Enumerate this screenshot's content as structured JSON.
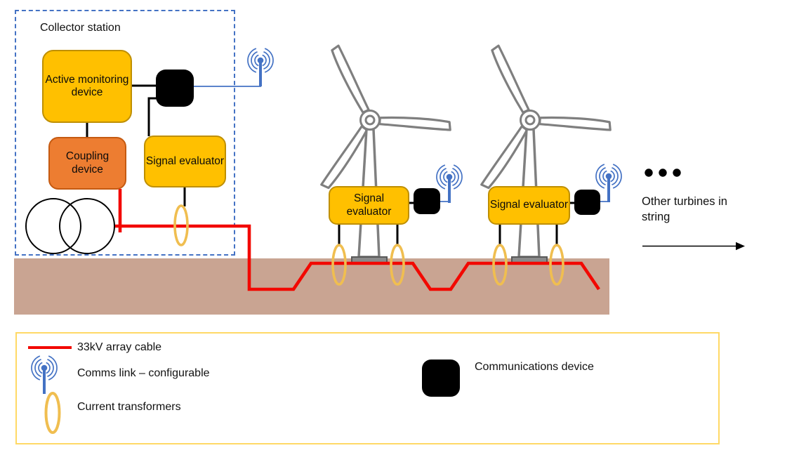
{
  "collector_station": {
    "title": "Collector station",
    "active_monitoring_device": "Active monitoring device",
    "coupling_device": "Coupling device",
    "signal_evaluator": "Signal evaluator"
  },
  "turbine_1": {
    "signal_evaluator": "Signal evaluator"
  },
  "turbine_2": {
    "signal_evaluator": "Signal evaluator"
  },
  "annotations": {
    "other_turbines": "Other turbines in string"
  },
  "legend": {
    "array_cable": "33kV array cable",
    "comms_link": "Comms link – configurable",
    "current_transformers": "Current transformers",
    "communications_device": "Communications device"
  },
  "icons": {
    "more_turbines": "ellipsis-dots",
    "comms_link": "antenna-icon",
    "current_transformer": "toroid-ellipse-icon",
    "grid_transformer": "two-circle-transformer-icon",
    "wind_turbine": "wind-turbine-icon"
  },
  "colors": {
    "device_yellow": "#FFC000",
    "device_orange": "#ED7D31",
    "array_cable_red": "#F20800",
    "comms_blue": "#4472C4",
    "ground_brown": "#C9A492",
    "legend_border_gold": "#FFD966",
    "current_transformer_amber": "#F0BE50",
    "turbine_gray": "#7F7F7F"
  }
}
